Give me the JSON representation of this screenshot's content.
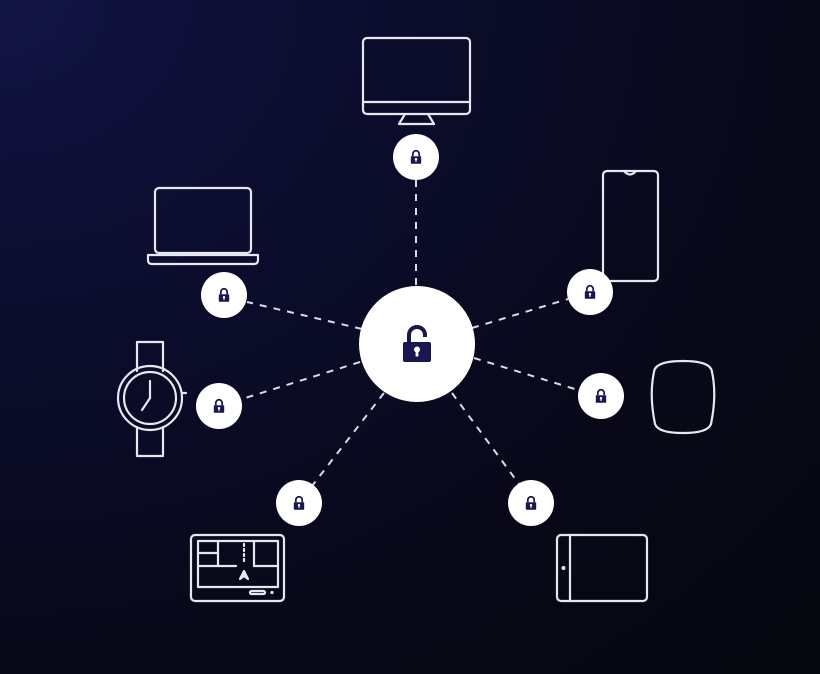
{
  "diagram": {
    "theme": {
      "background": "#0b0c2a",
      "line_color": "#d9dbe6",
      "device_stroke": "#e6e7ef",
      "node_fill": "#ffffff",
      "lock_color": "#1a1650"
    },
    "hub": {
      "icon": "unlocked-padlock-icon"
    },
    "devices": [
      {
        "id": "desktop-monitor",
        "icon": "desktop-monitor-icon",
        "lock_icon": "padlock-icon"
      },
      {
        "id": "smartphone",
        "icon": "smartphone-icon",
        "lock_icon": "padlock-icon"
      },
      {
        "id": "smart-speaker",
        "icon": "smart-speaker-icon",
        "lock_icon": "padlock-icon"
      },
      {
        "id": "tablet",
        "icon": "tablet-icon",
        "lock_icon": "padlock-icon"
      },
      {
        "id": "car-navigation",
        "icon": "car-navigation-icon",
        "lock_icon": "padlock-icon"
      },
      {
        "id": "smartwatch",
        "icon": "smartwatch-icon",
        "lock_icon": "padlock-icon"
      },
      {
        "id": "laptop",
        "icon": "laptop-icon",
        "lock_icon": "padlock-icon"
      }
    ]
  }
}
